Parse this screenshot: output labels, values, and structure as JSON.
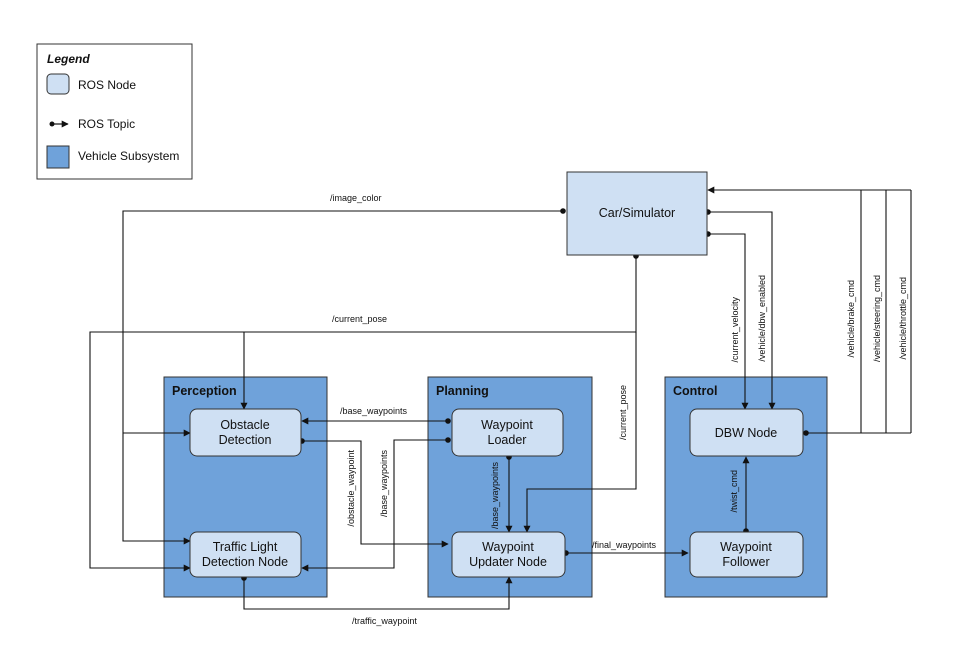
{
  "legend": {
    "title": "Legend",
    "items": [
      {
        "kind": "node",
        "label": "ROS Node"
      },
      {
        "kind": "topic",
        "label": "ROS Topic"
      },
      {
        "kind": "subsystem",
        "label": "Vehicle Subsystem"
      }
    ]
  },
  "subsystems": {
    "perception": "Perception",
    "planning": "Planning",
    "control": "Control"
  },
  "nodes": {
    "car": "Car/Simulator",
    "obstacle_detection": [
      "Obstacle",
      "Detection"
    ],
    "traffic_light": [
      "Traffic Light",
      "Detection Node"
    ],
    "waypoint_loader": [
      "Waypoint",
      "Loader"
    ],
    "waypoint_updater": [
      "Waypoint",
      "Updater Node"
    ],
    "dbw_node": "DBW Node",
    "waypoint_follower": [
      "Waypoint",
      "Follower"
    ]
  },
  "topics": {
    "image_color": "/image_color",
    "current_pose_top": "/current_pose",
    "current_pose_vertical": "/current_pose",
    "base_waypoints_h": "/base_waypoints",
    "obstacle_waypoint": "/obstacle_waypoint",
    "base_waypoints_v1": "/base_waypoints",
    "base_waypoints_v2": "/base_waypoints",
    "final_waypoints": "/final_waypoints",
    "traffic_waypoint": "/traffic_waypoint",
    "twist_cmd": "/twist_cmd",
    "current_velocity": "/current_velocity",
    "dbw_enabled": "/vehicle/dbw_enabled",
    "brake_cmd": "/vehicle/brake_cmd",
    "steering_cmd": "/vehicle/steering_cmd",
    "throttle_cmd": "/vehicle/throttle_cmd"
  },
  "colors": {
    "node_fill": "#cfe0f3",
    "subsystem_fill": "#6fa2da",
    "border": "#333333"
  }
}
